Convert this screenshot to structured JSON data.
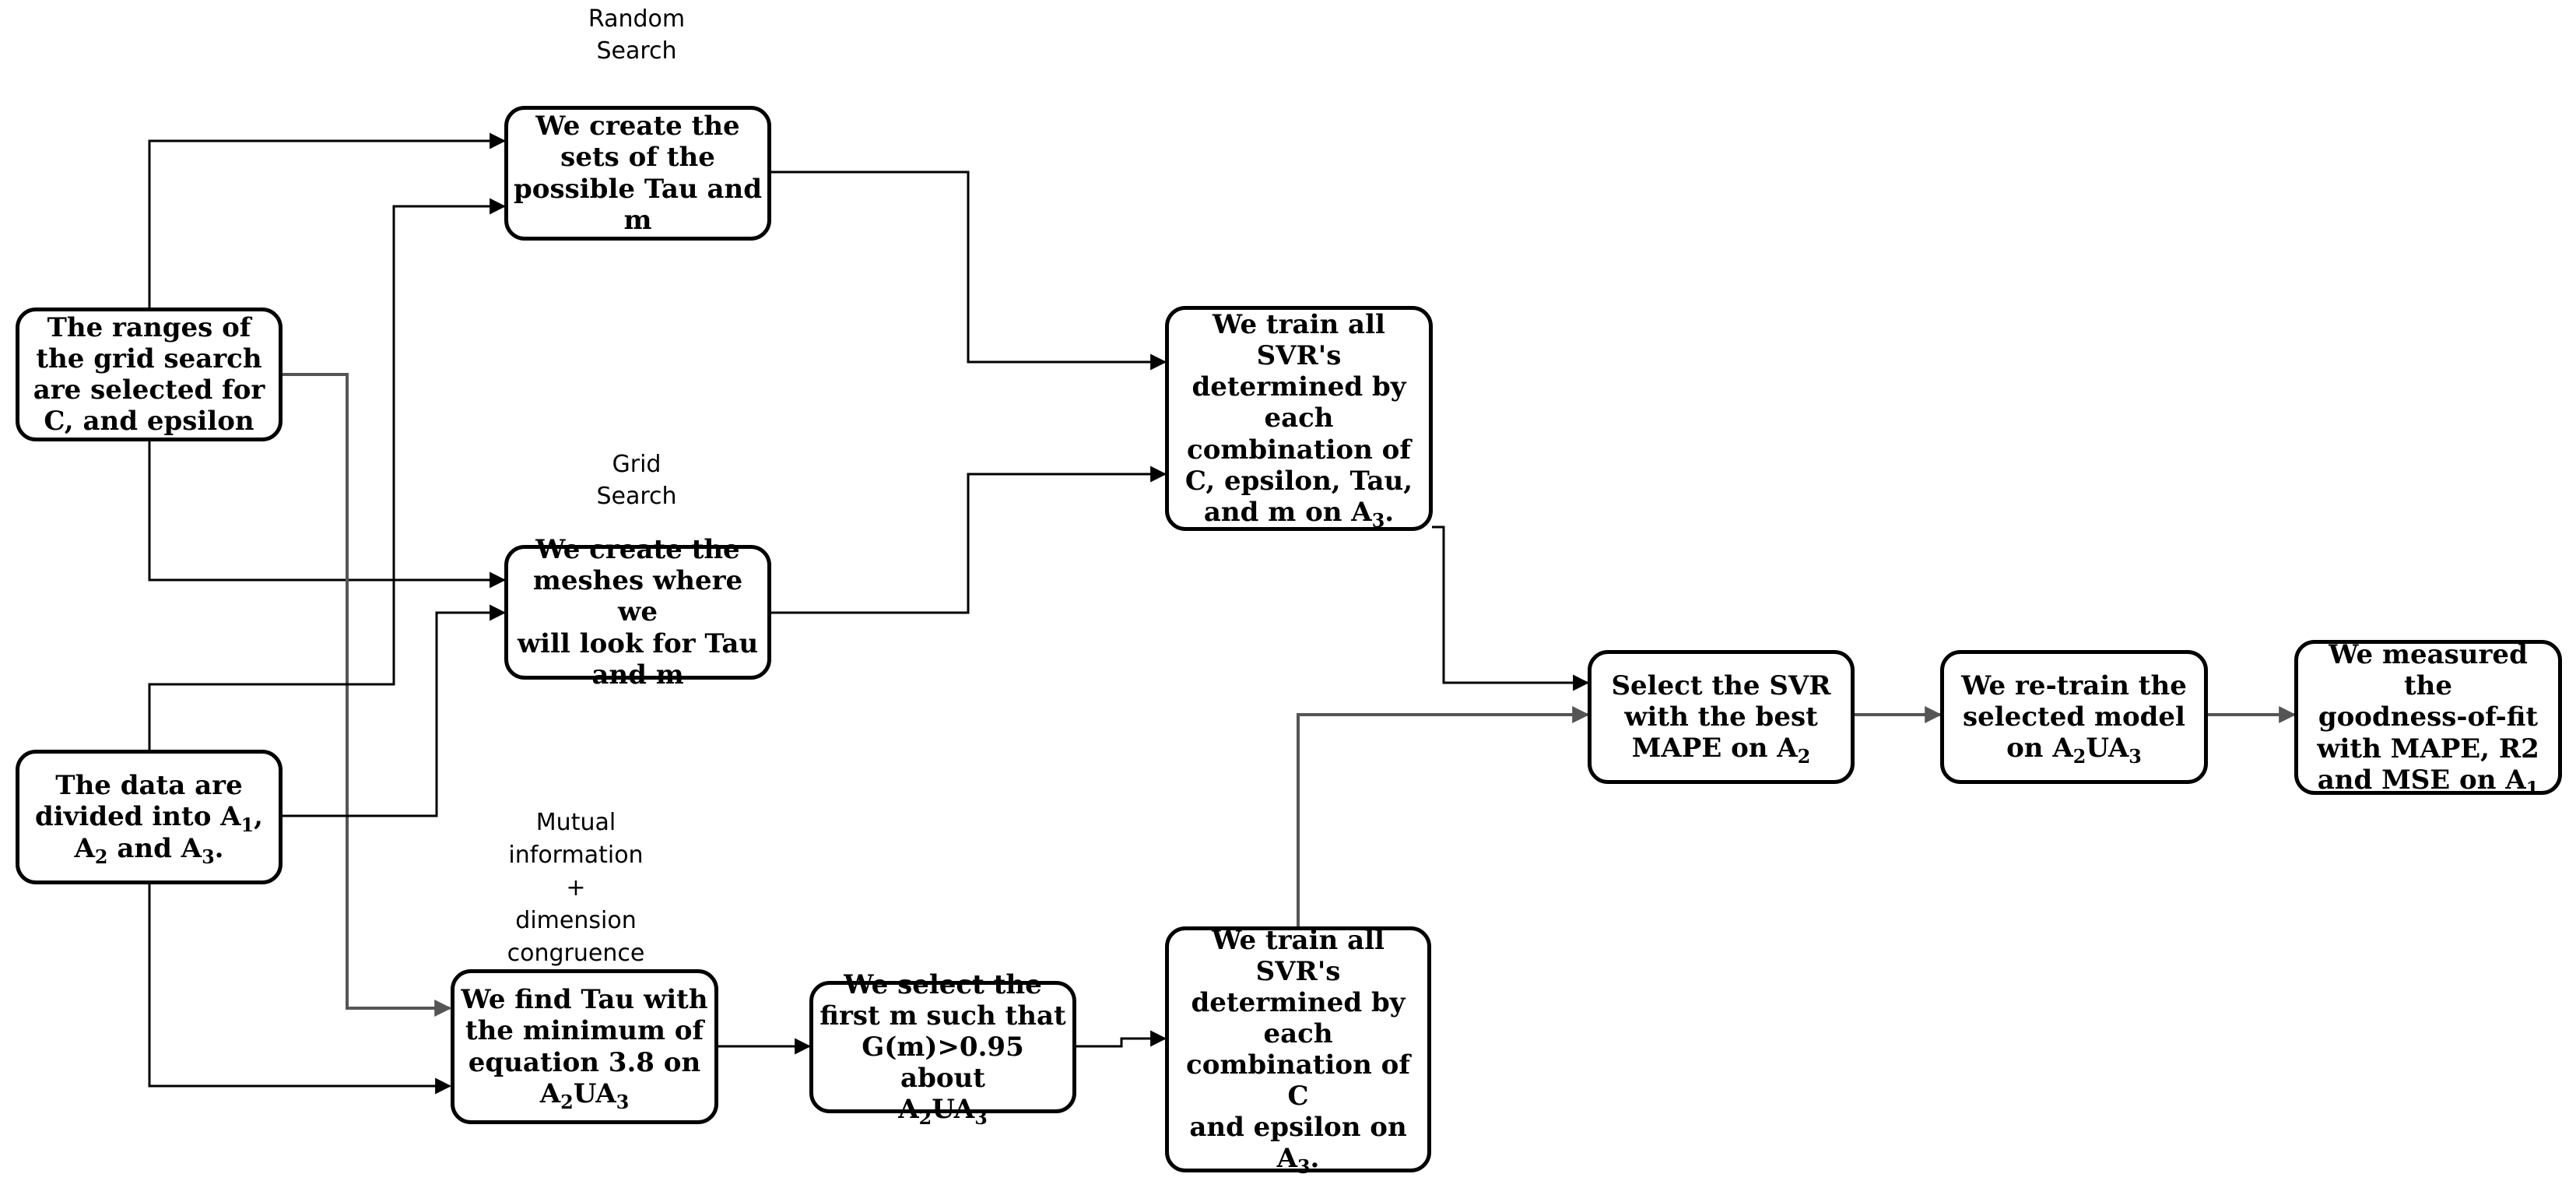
{
  "diagram": {
    "nodes": {
      "ranges": {
        "lines": [
          [
            "The ranges of"
          ],
          [
            "the grid search"
          ],
          [
            "are selected for"
          ],
          [
            "C, and epsilon"
          ]
        ]
      },
      "data_split": {
        "lines": [
          [
            "The data are"
          ],
          [
            "divided into A",
            {
              "sub": "1"
            },
            ","
          ],
          [
            "A",
            {
              "sub": "2"
            },
            " and A",
            {
              "sub": "3"
            },
            "."
          ]
        ]
      },
      "random_sets": {
        "lines": [
          [
            "We create the"
          ],
          [
            "sets of the"
          ],
          [
            "possible Tau and"
          ],
          [
            "m"
          ]
        ]
      },
      "grid_meshes": {
        "lines": [
          [
            "We create the"
          ],
          [
            "meshes where we"
          ],
          [
            "will look for Tau"
          ],
          [
            "and m"
          ]
        ]
      },
      "find_tau": {
        "lines": [
          [
            "We find Tau with"
          ],
          [
            "the minimum of"
          ],
          [
            "equation 3.8 on"
          ],
          [
            "A",
            {
              "sub": "2"
            },
            "UA",
            {
              "sub": "3"
            }
          ]
        ]
      },
      "select_m": {
        "lines": [
          [
            "We select the"
          ],
          [
            "first m such that"
          ],
          [
            "G(m)>0.95 about"
          ],
          [
            "A",
            {
              "sub": "2"
            },
            "UA",
            {
              "sub": "3"
            }
          ]
        ]
      },
      "train_all_top": {
        "lines": [
          [
            "We train all"
          ],
          [
            "SVR's"
          ],
          [
            "determined by"
          ],
          [
            "each"
          ],
          [
            "combination of"
          ],
          [
            "C, epsilon, Tau,"
          ],
          [
            "and m on A",
            {
              "sub": "3"
            },
            "."
          ]
        ]
      },
      "train_all_bottom": {
        "lines": [
          [
            "We train all"
          ],
          [
            "SVR's"
          ],
          [
            "determined by"
          ],
          [
            "each"
          ],
          [
            "combination of C"
          ],
          [
            "and epsilon on"
          ],
          [
            "A",
            {
              "sub": "3"
            },
            "."
          ]
        ]
      },
      "select_best": {
        "lines": [
          [
            "Select the SVR"
          ],
          [
            "with the best"
          ],
          [
            "MAPE on A",
            {
              "sub": "2"
            }
          ]
        ]
      },
      "retrain": {
        "lines": [
          [
            "We re-train the"
          ],
          [
            "selected model"
          ],
          [
            "on A",
            {
              "sub": "2"
            },
            "UA",
            {
              "sub": "3"
            }
          ]
        ]
      },
      "measure": {
        "lines": [
          [
            "We measured the"
          ],
          [
            "goodness-of-fit"
          ],
          [
            "with MAPE, R2"
          ],
          [
            "and MSE on A",
            {
              "sub": "1"
            }
          ]
        ]
      }
    },
    "captions": {
      "random_search": [
        "Random",
        "Search"
      ],
      "grid_search": [
        "Grid",
        "Search"
      ],
      "mutual_info": [
        "Mutual",
        "information",
        "+",
        "dimension",
        "congruence"
      ]
    },
    "colors": {
      "box_border": "#000000",
      "connector": "#000000",
      "connector_secondary": "#555555",
      "background": "#ffffff"
    }
  }
}
